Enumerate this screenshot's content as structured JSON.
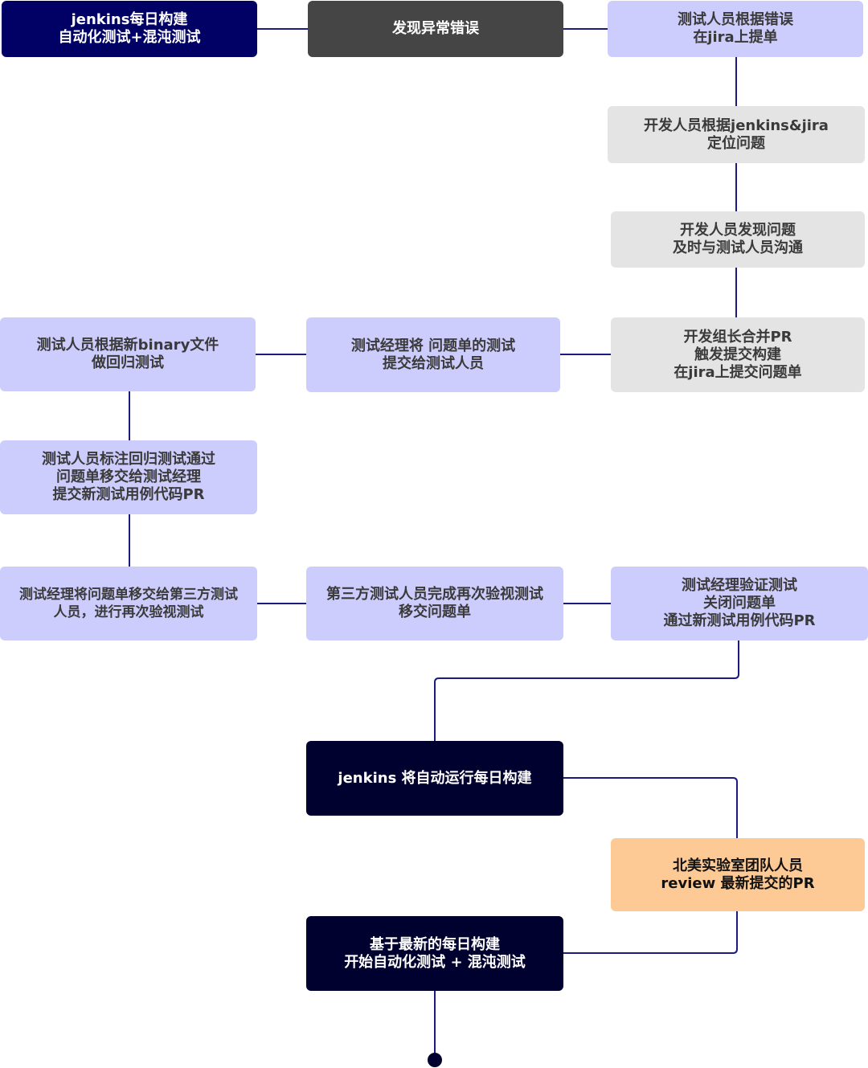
{
  "diagram": {
    "type": "flowchart",
    "colors": {
      "navy": "#010165",
      "dark_gray": "#454545",
      "lavender": "#cdcdfd",
      "light_gray": "#e4e4e4",
      "ink": "#01012f",
      "peach": "#fdc994",
      "connector": "#1a1a80"
    },
    "nodes": [
      {
        "id": "n1",
        "label": "jenkins每日构建\n自动化测试+混沌测试"
      },
      {
        "id": "n2",
        "label": "发现异常错误"
      },
      {
        "id": "n3",
        "label": "测试人员根据错误\n在jira上提单"
      },
      {
        "id": "n4",
        "label": "开发人员根据jenkins&jira\n定位问题"
      },
      {
        "id": "n5",
        "label": "开发人员发现问题\n及时与测试人员沟通"
      },
      {
        "id": "n6",
        "label": "开发组长合并PR\n触发提交构建\n在jira上提交问题单"
      },
      {
        "id": "n7",
        "label": "测试经理将 问题单的测试\n提交给测试人员"
      },
      {
        "id": "n8",
        "label": "测试人员根据新binary文件\n做回归测试"
      },
      {
        "id": "n9",
        "label": "测试人员标注回归测试通过\n问题单移交给测试经理\n提交新测试用例代码PR"
      },
      {
        "id": "n10",
        "label": "测试经理将问题单移交给第三方测试\n人员，进行再次验视测试"
      },
      {
        "id": "n11",
        "label": "第三方测试人员完成再次验视测试\n移交问题单"
      },
      {
        "id": "n12",
        "label": "测试经理验证测试\n关闭问题单\n通过新测试用例代码PR"
      },
      {
        "id": "n13",
        "label": "jenkins 将自动运行每日构建"
      },
      {
        "id": "n14",
        "label": "北美实验室团队人员\nreview 最新提交的PR"
      },
      {
        "id": "n15",
        "label": "基于最新的每日构建\n开始自动化测试 + 混沌测试"
      }
    ],
    "edges": [
      [
        "n1",
        "n2"
      ],
      [
        "n2",
        "n3"
      ],
      [
        "n3",
        "n4"
      ],
      [
        "n4",
        "n5"
      ],
      [
        "n5",
        "n6"
      ],
      [
        "n6",
        "n7"
      ],
      [
        "n7",
        "n8"
      ],
      [
        "n8",
        "n9"
      ],
      [
        "n9",
        "n10"
      ],
      [
        "n10",
        "n11"
      ],
      [
        "n11",
        "n12"
      ],
      [
        "n12",
        "n13"
      ],
      [
        "n13",
        "n14"
      ],
      [
        "n14",
        "n15"
      ],
      [
        "n15",
        "end"
      ]
    ]
  }
}
